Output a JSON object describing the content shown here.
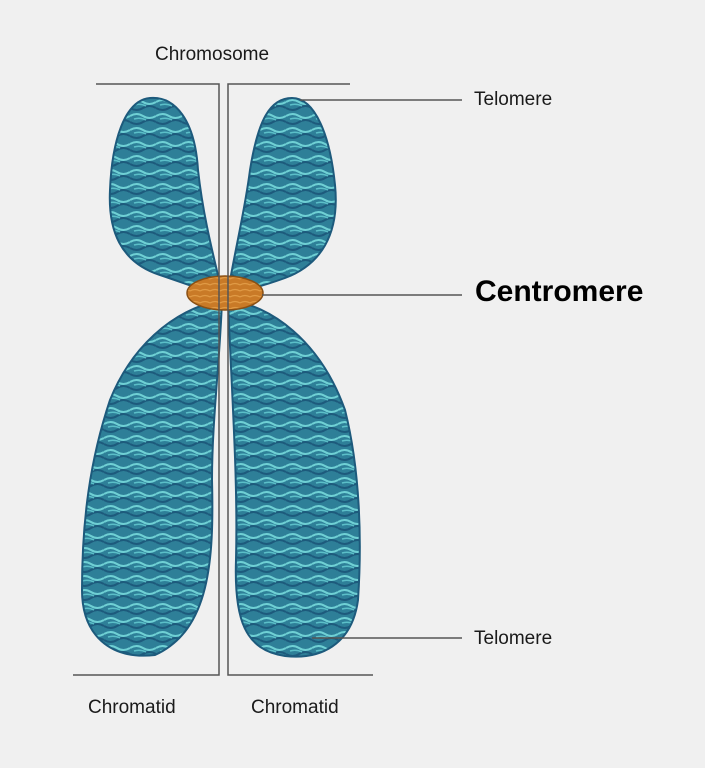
{
  "title": "Chromosome",
  "labels": {
    "telomere_top": "Telomere",
    "centromere": "Centromere",
    "telomere_bottom": "Telomere",
    "chromatid_left": "Chromatid",
    "chromatid_right": "Chromatid"
  },
  "colors": {
    "background": "#f0f0f0",
    "chromatin": "#2e7f98",
    "chromatin_light": "#6fd0d4",
    "chromatin_dark": "#1d5a7c",
    "centromere": "#c97a27",
    "lines": "#555555"
  }
}
